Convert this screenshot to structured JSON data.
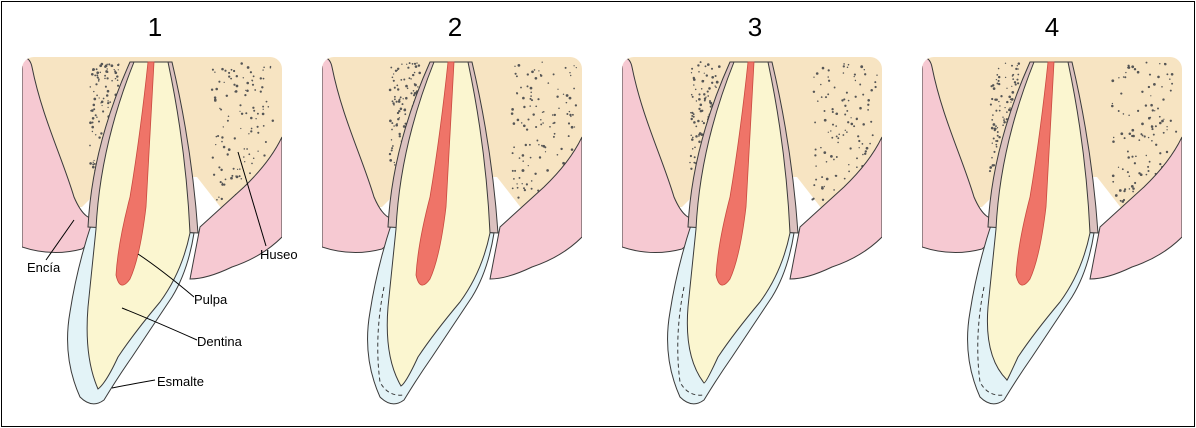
{
  "panels": [
    {
      "number": "1",
      "enamel_loss": 0
    },
    {
      "number": "2",
      "enamel_loss": 1
    },
    {
      "number": "3",
      "enamel_loss": 2
    },
    {
      "number": "4",
      "enamel_loss": 3
    }
  ],
  "labels": {
    "gum": "Encía",
    "bone": "Huseo",
    "pulp": "Pulpa",
    "dentin": "Dentina",
    "enamel": "Esmalte"
  },
  "colors": {
    "gum": "#f6c9d2",
    "bone": "#f7e4c2",
    "ligament": "#dcc2c0",
    "dentin": "#fbf6d0",
    "pulp": "#ef7468",
    "enamel": "#e3f3f7",
    "outline": "#3a3a3a",
    "bone_dots": "#555555"
  }
}
